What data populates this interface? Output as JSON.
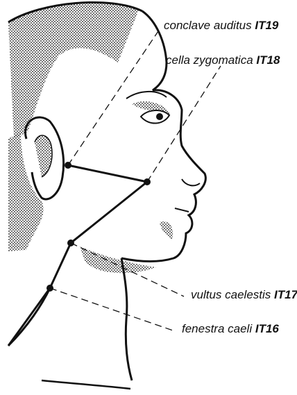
{
  "labels": [
    {
      "name": "conclave auditus",
      "code": "IT19"
    },
    {
      "name": "cella zygomatica",
      "code": "IT18"
    },
    {
      "name": "vultus caelestis",
      "code": "IT17"
    },
    {
      "name": "fenestra caeli",
      "code": "IT16"
    }
  ],
  "colors": {
    "ink": "#111111",
    "paper": "#ffffff"
  }
}
